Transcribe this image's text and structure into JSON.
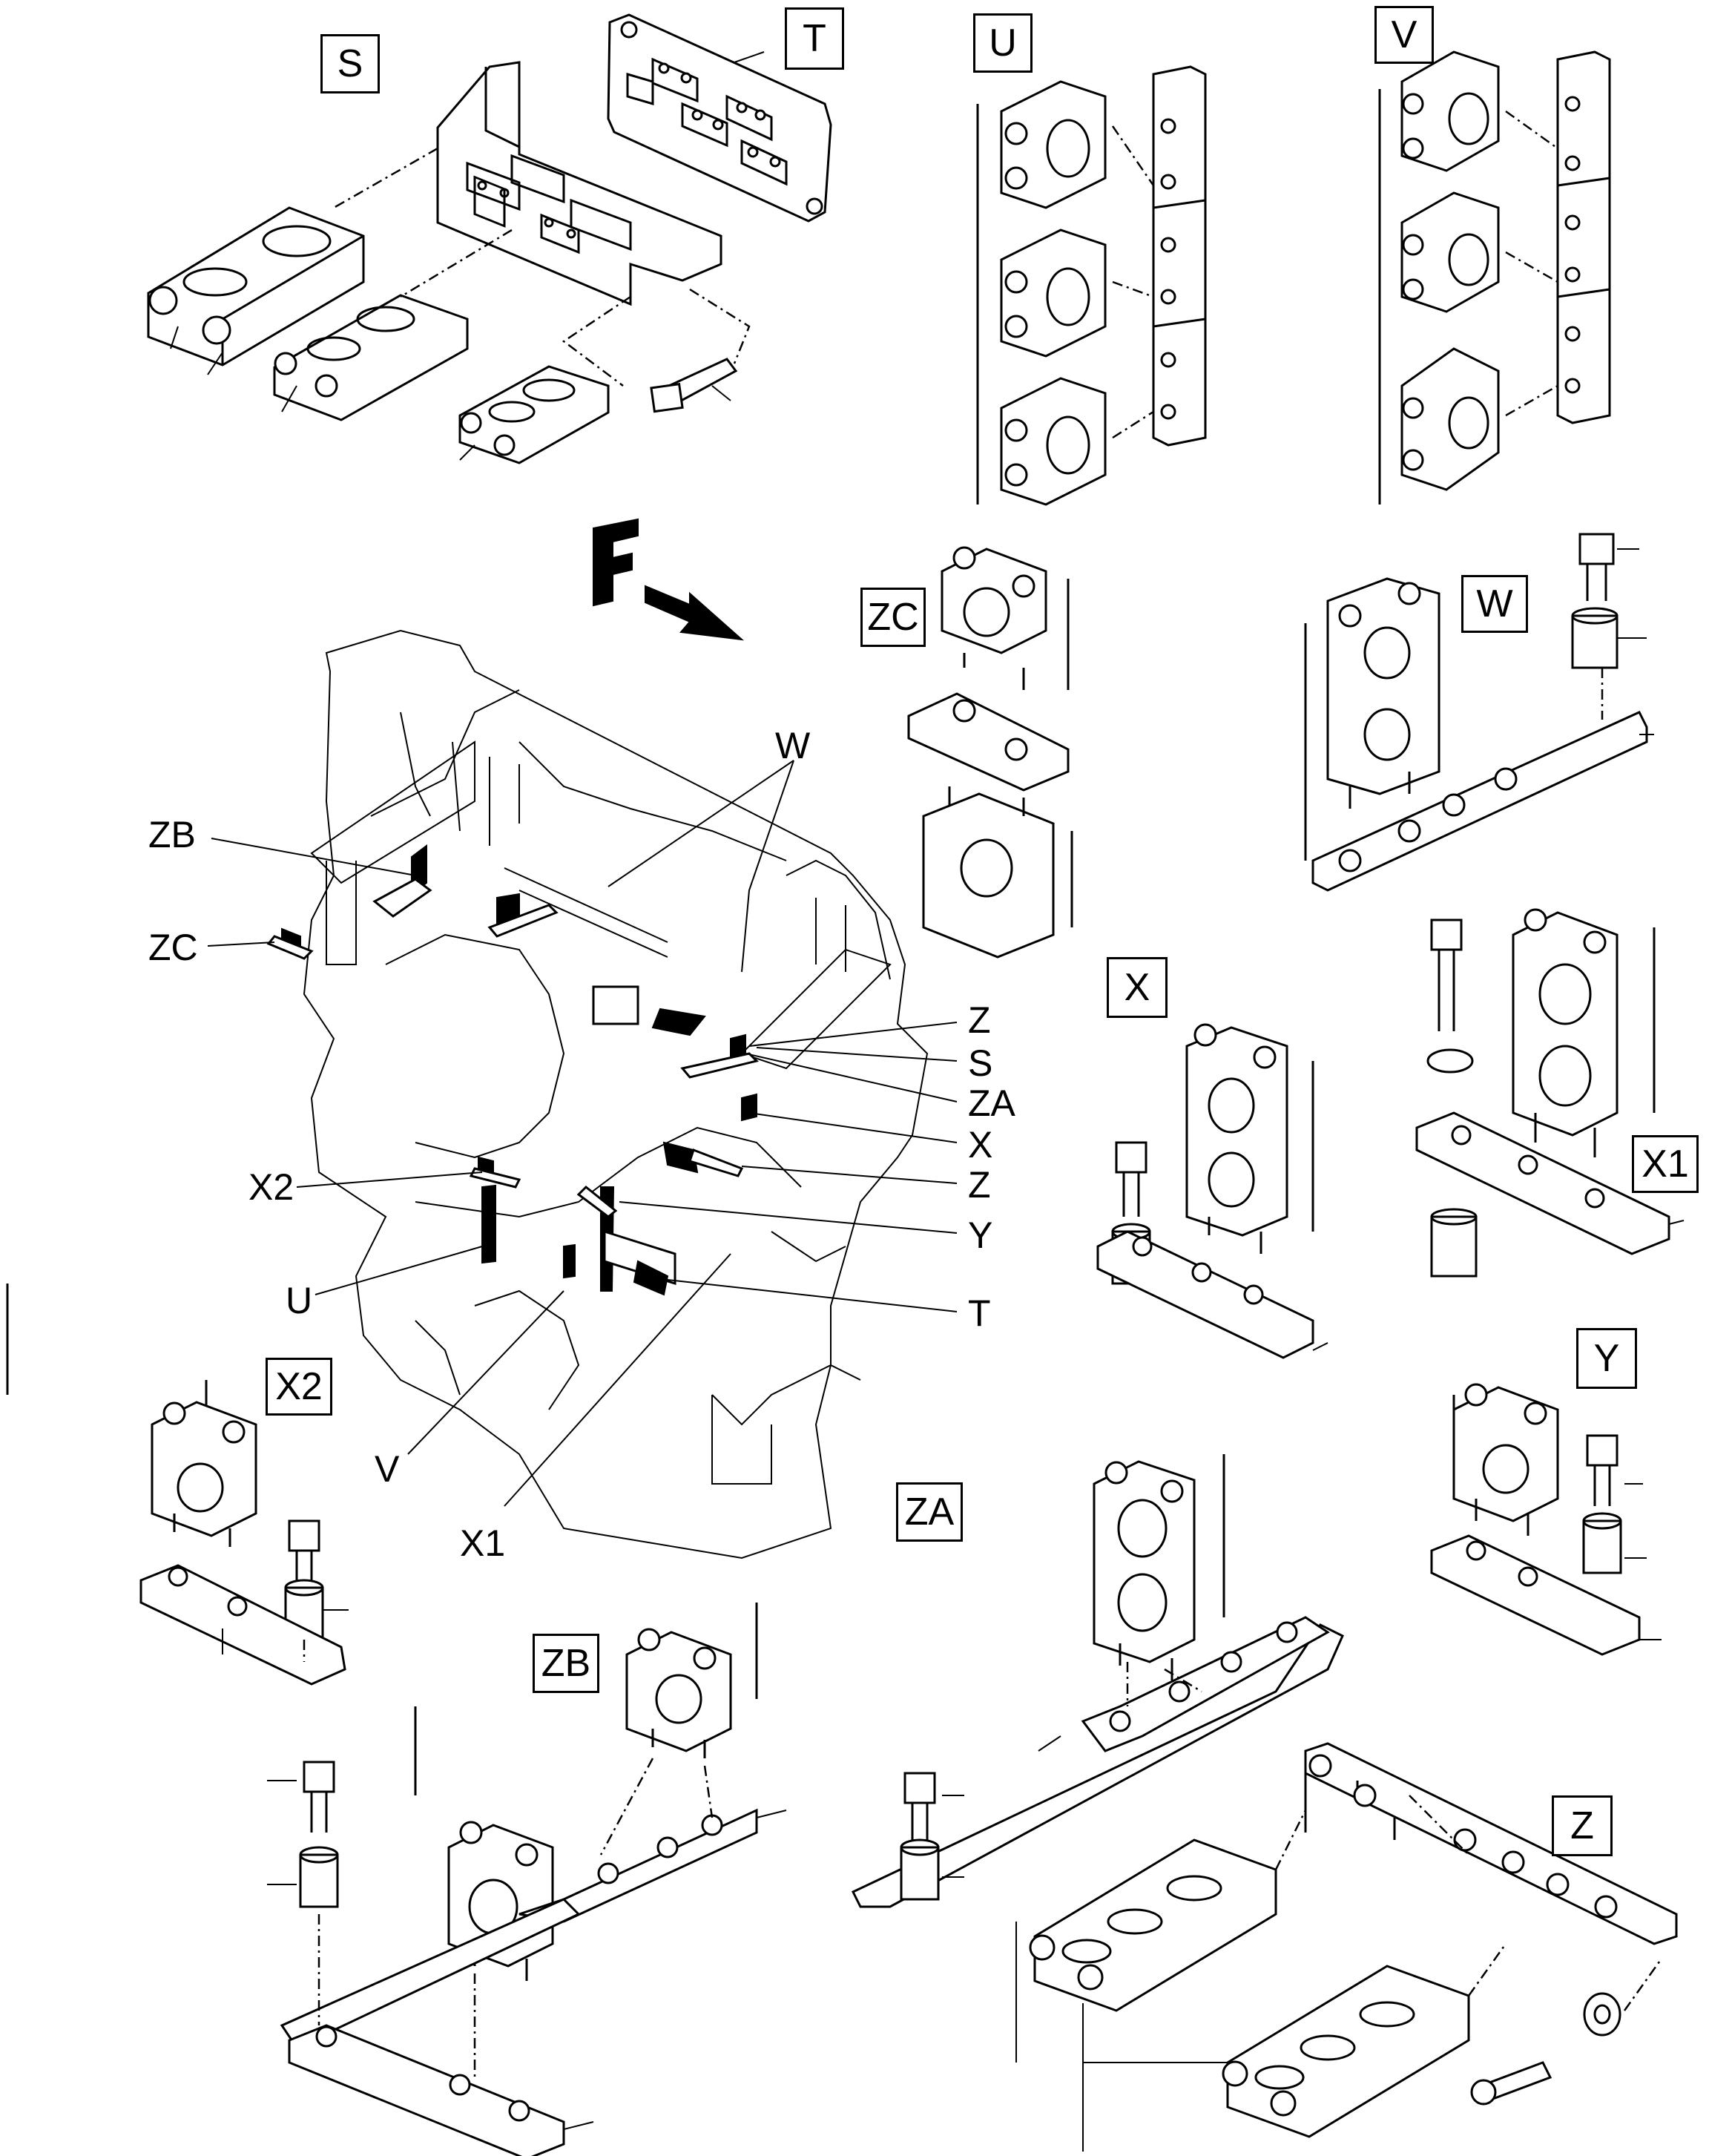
{
  "detail_labels": {
    "S": "S",
    "T": "T",
    "U": "U",
    "V": "V",
    "W": "W",
    "X": "X",
    "X1": "X1",
    "X2": "X2",
    "Y": "Y",
    "Z": "Z",
    "ZA": "ZA",
    "ZB": "ZB",
    "ZC": "ZC"
  },
  "callouts": {
    "W": "W",
    "ZB": "ZB",
    "ZC": "ZC",
    "Z_upper": "Z",
    "S": "S",
    "ZA": "ZA",
    "X": "X",
    "Z_lower": "Z",
    "X2": "X2",
    "Y": "Y",
    "U": "U",
    "T": "T",
    "V": "V",
    "X1": "X1"
  }
}
